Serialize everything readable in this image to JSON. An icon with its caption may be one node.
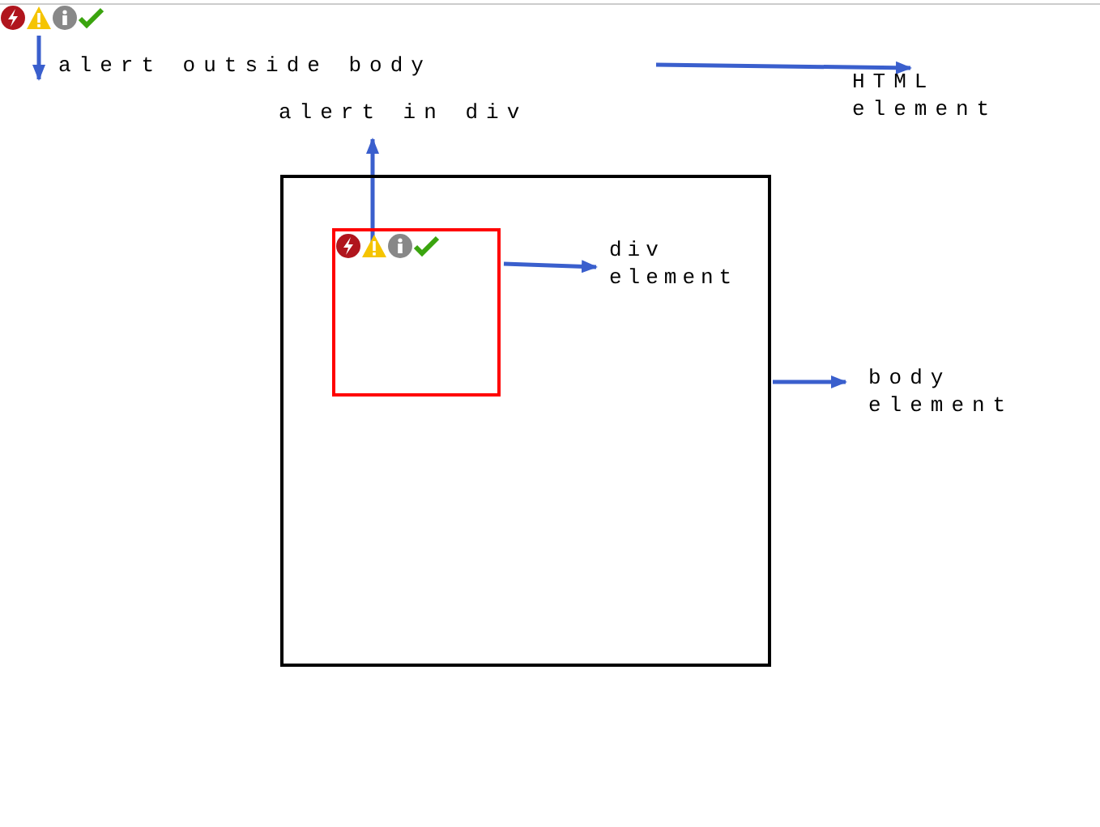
{
  "diagram": {
    "nodes": [
      {
        "text": [],
        "shape": "box"
      },
      {
        "text": [],
        "shape": "box",
        "in": 0
      },
      {
        "text": [
          "HTML element"
        ]
      },
      {
        "text": [
          "div element"
        ],
        "in": 0
      },
      {
        "text": [
          "body element"
        ]
      },
      {
        "text": [
          "alert outside body"
        ]
      },
      {
        "text": [
          "alert in div"
        ]
      },
      {
        "text": [],
        "shape": "icons"
      },
      {
        "text": [],
        "shape": "icons",
        "in": 1
      }
    ],
    "edges": [
      {
        "from": null,
        "to": 2,
        "arrow": "to"
      },
      {
        "from": 1,
        "to": 3,
        "arrow": "to"
      },
      {
        "from": 0,
        "to": 4,
        "arrow": "to"
      },
      {
        "from": 7,
        "to": 5,
        "arrow": "to"
      },
      {
        "from": 8,
        "to": 6,
        "arrow": "to"
      }
    ]
  }
}
